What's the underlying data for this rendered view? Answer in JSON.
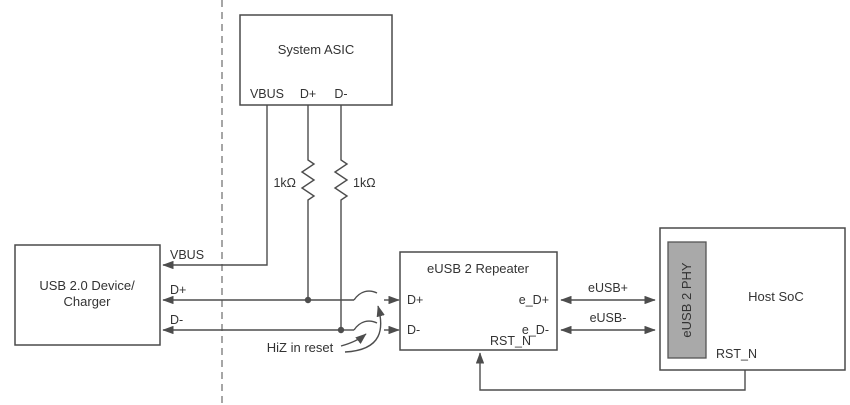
{
  "diagram": {
    "system_asic": {
      "title": "System ASIC",
      "pin_vbus": "VBUS",
      "pin_dp": "D+",
      "pin_dm": "D-"
    },
    "resistor_left": "1kΩ",
    "resistor_right": "1kΩ",
    "usb_device": {
      "line1": "USB 2.0 Device/",
      "line2": "Charger"
    },
    "wires": {
      "vbus": "VBUS",
      "dp": "D+",
      "dm": "D-",
      "eusb_plus": "eUSB+",
      "eusb_minus": "eUSB-"
    },
    "repeater": {
      "title": "eUSB 2 Repeater",
      "pin_dp": "D+",
      "pin_dm": "D-",
      "pin_edp": "e_D+",
      "pin_edm": "e_D-",
      "pin_rstn": "RST_N"
    },
    "host": {
      "title": "Host SoC",
      "phy_label": "eUSB 2 PHY",
      "pin_rstn": "RST_N"
    },
    "annotation_hiz": "HiZ in reset",
    "colors": {
      "line": "#4d4d4d",
      "text": "#333333",
      "box_fill": "#ffffff",
      "phy_fill": "#a9a9a9",
      "dashed_line": "#808080"
    }
  }
}
